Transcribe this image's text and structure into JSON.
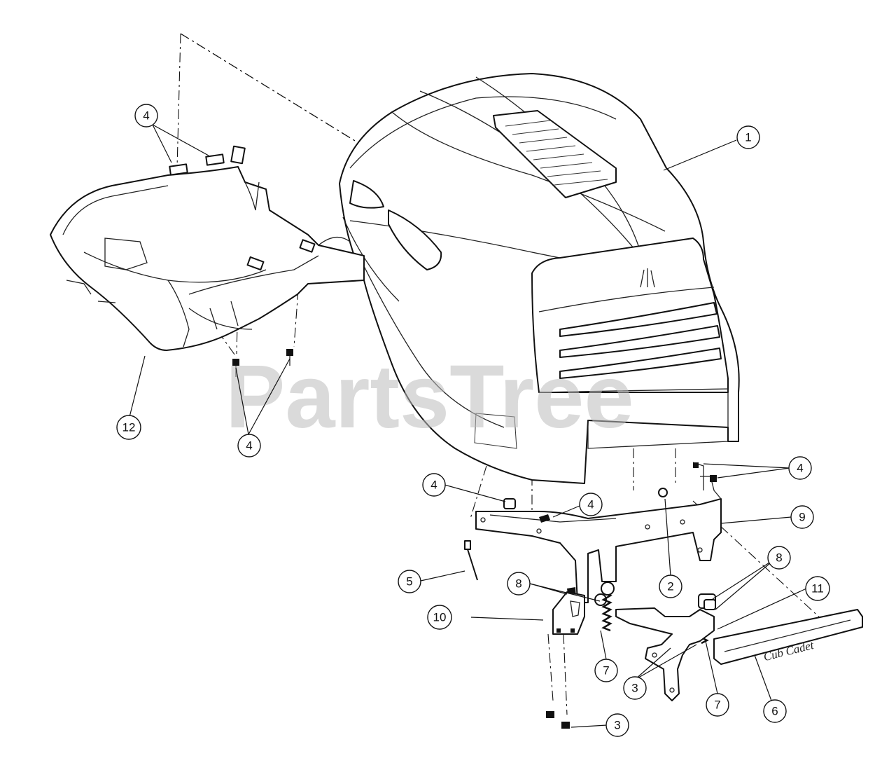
{
  "watermark": "PartsTree",
  "brand_label": "Cub Cadet",
  "callouts": [
    {
      "id": "c1",
      "label": "1"
    },
    {
      "id": "c2",
      "label": "2"
    },
    {
      "id": "c3a",
      "label": "3"
    },
    {
      "id": "c3b",
      "label": "3"
    },
    {
      "id": "c4a",
      "label": "4"
    },
    {
      "id": "c4b",
      "label": "4"
    },
    {
      "id": "c4c",
      "label": "4"
    },
    {
      "id": "c4d",
      "label": "4"
    },
    {
      "id": "c4e",
      "label": "4"
    },
    {
      "id": "c5",
      "label": "5"
    },
    {
      "id": "c6",
      "label": "6"
    },
    {
      "id": "c7a",
      "label": "7"
    },
    {
      "id": "c7b",
      "label": "7"
    },
    {
      "id": "c8a",
      "label": "8"
    },
    {
      "id": "c8b",
      "label": "8"
    },
    {
      "id": "c9",
      "label": "9"
    },
    {
      "id": "c10",
      "label": "10"
    },
    {
      "id": "c11",
      "label": "11"
    },
    {
      "id": "c12",
      "label": "12"
    }
  ]
}
